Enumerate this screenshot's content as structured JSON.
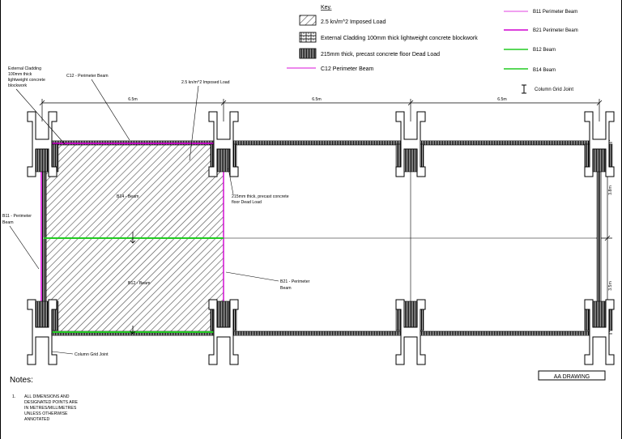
{
  "key": {
    "title": "Key.",
    "items": [
      "2.5 kn/m^2 Imposed Load",
      "External Cladding 100mm thick lightweight concrete blockwork",
      "215mm thick, precast concrete floor Dead Load",
      "C12 Perimeter Beam"
    ],
    "beam_legend": [
      {
        "label": "B11 Perimeter Beam",
        "color": "#e040e0"
      },
      {
        "label": "B21 Perimeter Beam",
        "color": "#d000d0"
      },
      {
        "label": "B12 Beam",
        "color": "#22cc22"
      },
      {
        "label": "B14 Beam",
        "color": "#22cc22"
      }
    ],
    "grid_joint_label": "Column Grid Joint"
  },
  "dimensions": {
    "spans": [
      "6.5m",
      "6.5m",
      "6.5m"
    ],
    "bays": [
      "3.8m",
      "3.5m"
    ]
  },
  "annotations": {
    "cladding": [
      "External Cladding",
      "100mm thick",
      "lightweight concrete",
      "blockwork"
    ],
    "c12": "C12 - Perimeter Beam",
    "imposed": "2.5 kn/m^2 Imposed Load",
    "slab": [
      "215mm thick, precast concrete",
      "floor Dead Load"
    ],
    "b14": "B14 - Beam",
    "b12": "B12 - Beam",
    "b11": [
      "B11 - Perimeter",
      "Beam"
    ],
    "b21": [
      "B21 - Perimeter",
      "Beam"
    ],
    "grid_joint": "Column Grid Joint"
  },
  "notes": {
    "title": "Notes:",
    "item_number": "1.",
    "item_lines": [
      "ALL DIMENSIONS AND",
      "DESIGNATED POINTS ARE",
      "IN METRES/MILLIMETRES",
      "UNLESS OTHERWISE",
      "ANNOTATED"
    ]
  },
  "title_box": "AA DRAWING",
  "colors": {
    "magenta": "#d000d0",
    "magenta_light": "#e040e0",
    "green": "#22cc22"
  }
}
